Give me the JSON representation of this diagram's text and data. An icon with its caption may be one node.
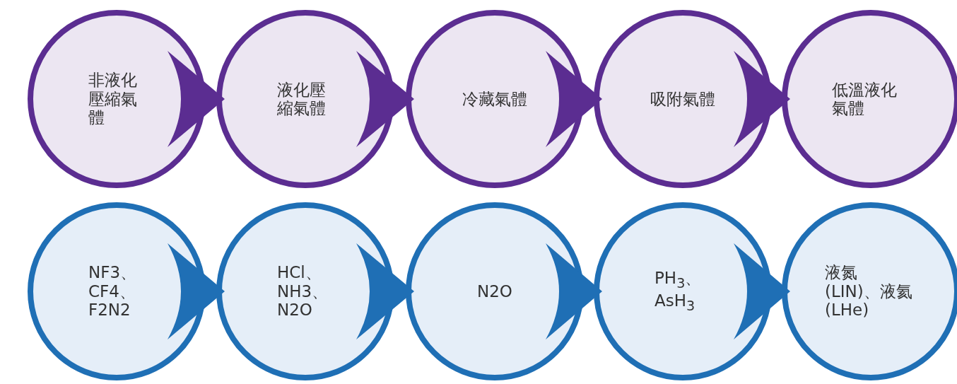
{
  "diagram": {
    "nodes": [
      {
        "text": [
          "非液化壓縮氣體"
        ]
      },
      {
        "text": [
          "液化壓縮氣體"
        ]
      },
      {
        "text": [
          "冷藏氣體"
        ]
      },
      {
        "text": [
          "吸附氣體"
        ]
      },
      {
        "text": [
          "低溫液化氣體"
        ]
      },
      {
        "text": [
          "NF3、CF4、F2N2"
        ]
      },
      {
        "text": [
          "HCl、NH3、N2O"
        ]
      },
      {
        "text": [
          "N2O"
        ]
      },
      {
        "text": [
          "PH$_{3}$、AsH$_{3}$"
        ]
      },
      {
        "text": [
          "液氮 (LIN)、液氦 (LHe)"
        ]
      }
    ],
    "edges": [
      {
        "from": 0,
        "to": 1,
        "arrow": "to"
      },
      {
        "from": 1,
        "to": 2,
        "arrow": "to"
      },
      {
        "from": 2,
        "to": 3,
        "arrow": "to"
      },
      {
        "from": 3,
        "to": 4,
        "arrow": "to"
      },
      {
        "from": 5,
        "to": 6,
        "arrow": "to"
      },
      {
        "from": 6,
        "to": 7,
        "arrow": "to"
      },
      {
        "from": 7,
        "to": 8,
        "arrow": "to"
      },
      {
        "from": 8,
        "to": 9,
        "arrow": "to"
      }
    ]
  }
}
